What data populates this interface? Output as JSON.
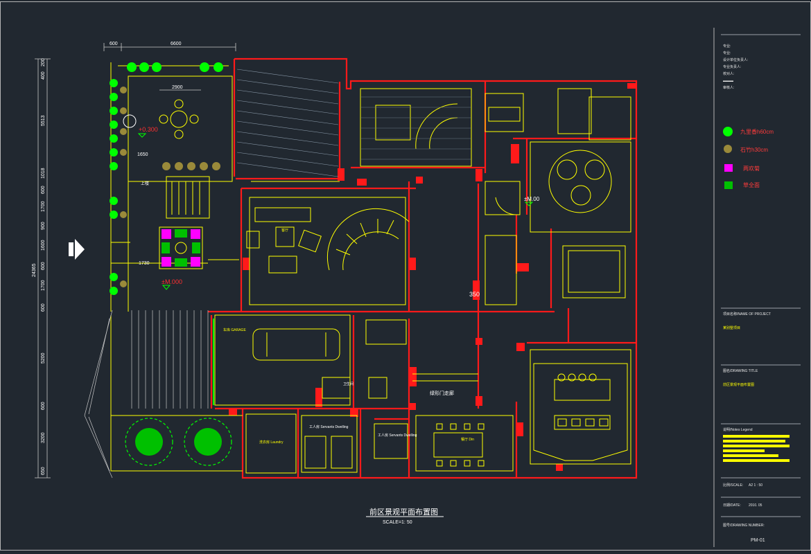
{
  "drawing": {
    "title": "前区景观平面布置图",
    "scale_text": "SCALE=1:  50"
  },
  "dimensions": {
    "top": [
      "600",
      "6600"
    ],
    "top_inner": "2900",
    "left": [
      "200",
      "400",
      "5513",
      "1018",
      "600",
      "1700",
      "900",
      "1600",
      "600",
      "1700",
      "600",
      "5200",
      "600",
      "3200",
      "650"
    ],
    "left_total": "24365",
    "misc": [
      "1650",
      "1730"
    ]
  },
  "levels": {
    "terrace": "+0.300",
    "ground": "±M.000",
    "east": "±M.00"
  },
  "room_labels": {
    "garage": "车库\nGARAGE",
    "corridor": "绿形门走廊",
    "laundry": "洗衣房\nLaundry",
    "servant": "工人房\nServants Dwelling",
    "servant2": "工人房\nServants Dwelling",
    "dining": "餐厅\nDin",
    "toilet": "卫生间",
    "stair": "上楼",
    "hall": "客厅",
    "small_label": "350"
  },
  "legend": {
    "items": [
      {
        "label": "九里香h60cm",
        "color": "#00ff00",
        "shape": "circle"
      },
      {
        "label": "石竹h30cm",
        "color": "#9a8a3a",
        "shape": "tuft"
      },
      {
        "label": "两欢菊",
        "color": "#ff00ff",
        "shape": "hatch"
      },
      {
        "label": "草全面",
        "color": "#00c000",
        "shape": "hatch"
      }
    ]
  },
  "title_block": {
    "header_lines": [
      "专业:",
      "专业:",
      "设计单位负责人:",
      "专业负责人:",
      "校对人:",
      "▬▬▬",
      "审核人:"
    ],
    "project_name_label": "项目名称/NAME OF PROJECT",
    "project_name_value": "某别墅项目",
    "drawing_title_label": "图名/DRAWING TITLE",
    "drawing_title_value": "前区景观平面布置图",
    "notes_label": "说明/Notes Legend",
    "scale_label": "比例/SCALE:",
    "scale_value": "A2    1 : 50",
    "date_label": "日期/DATE:",
    "date_value": "2010. 05",
    "number_label": "图号/DRAWING NUMBER:",
    "number_value": "PM-01"
  },
  "colors": {
    "background": "#212830",
    "wall": "#ff1a1a",
    "line": "#ffff00",
    "plant": "#00ff00",
    "accent": "#ff00ff"
  }
}
